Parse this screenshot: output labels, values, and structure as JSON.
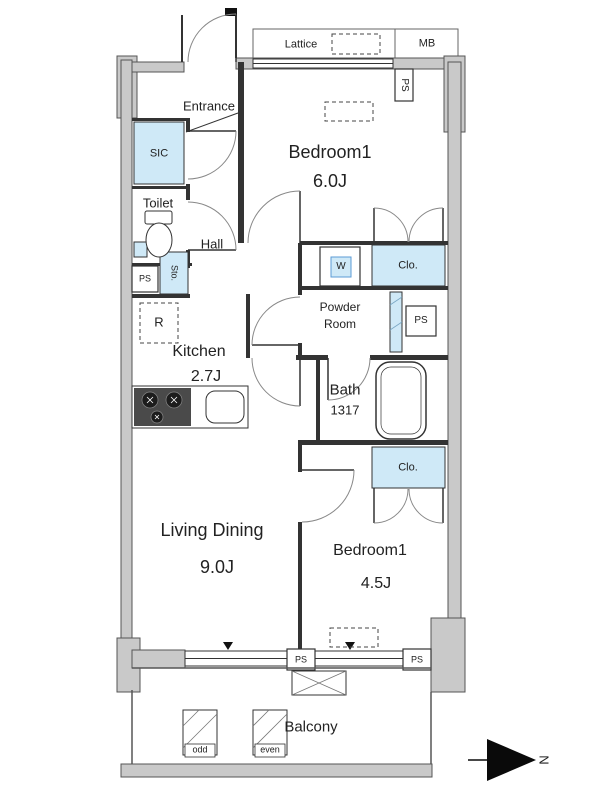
{
  "plan": {
    "labels": {
      "lattice": "Lattice",
      "mb": "MB",
      "ps": "PS",
      "entrance": "Entrance",
      "sic": "SIC",
      "toilet": "Toilet",
      "hall": "Hall",
      "sto": "Sto.",
      "fridge": "R",
      "washer": "W",
      "closet": "Clo.",
      "powder_line1": "Powder",
      "powder_line2": "Room",
      "odd": "odd",
      "even": "even",
      "north": "N"
    },
    "rooms": {
      "bedroom_a": {
        "name": "Bedroom1",
        "area": "6.0J"
      },
      "kitchen": {
        "name": "Kitchen",
        "area": "2.7J"
      },
      "bath": {
        "name": "Bath",
        "size": "1317"
      },
      "living_dining": {
        "name": "Living Dining",
        "area": "9.0J"
      },
      "bedroom_b": {
        "name": "Bedroom1",
        "area": "4.5J"
      },
      "balcony": {
        "name": "Balcony"
      }
    },
    "colors": {
      "fixture_blue": "#cfe9f7",
      "wall_gray": "#c9c9c9",
      "line_dark": "#333333"
    }
  }
}
